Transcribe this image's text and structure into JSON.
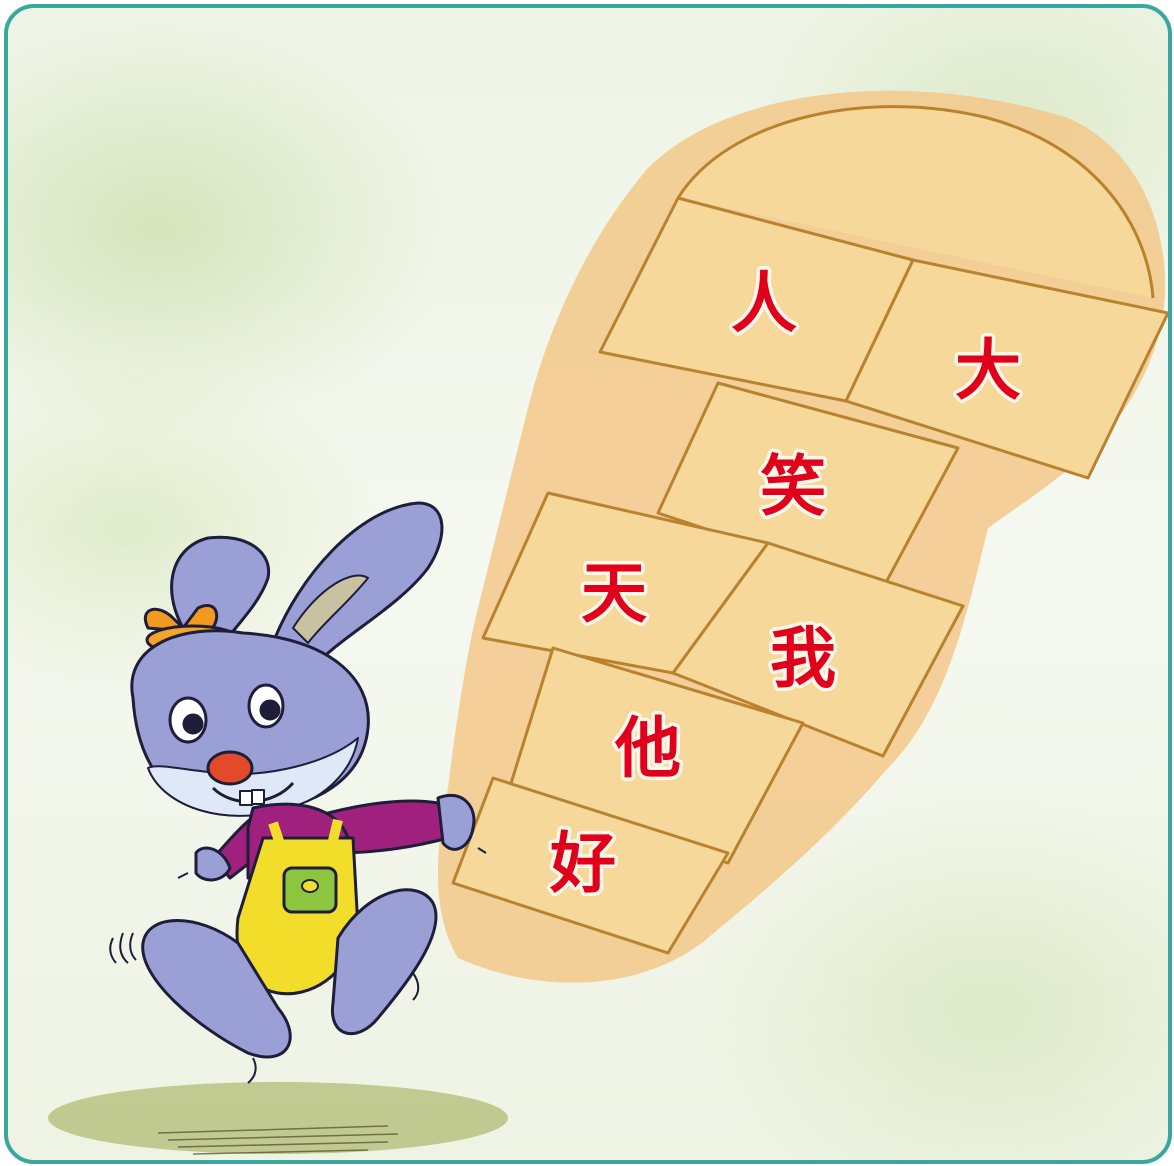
{
  "hopscotch": {
    "cells": [
      {
        "char": "人"
      },
      {
        "char": "大"
      },
      {
        "char": "笑"
      },
      {
        "char": "天"
      },
      {
        "char": "我"
      },
      {
        "char": "他"
      },
      {
        "char": "好"
      }
    ]
  },
  "colors": {
    "frame_border": "#3aa6a0",
    "cell_fill": "#f6d89a",
    "cell_stroke": "#b9822f",
    "glyph": "#e0001b",
    "rabbit_body": "#9a9fd6",
    "rabbit_shirt": "#a0207e",
    "rabbit_overalls": "#f2dd2a"
  }
}
